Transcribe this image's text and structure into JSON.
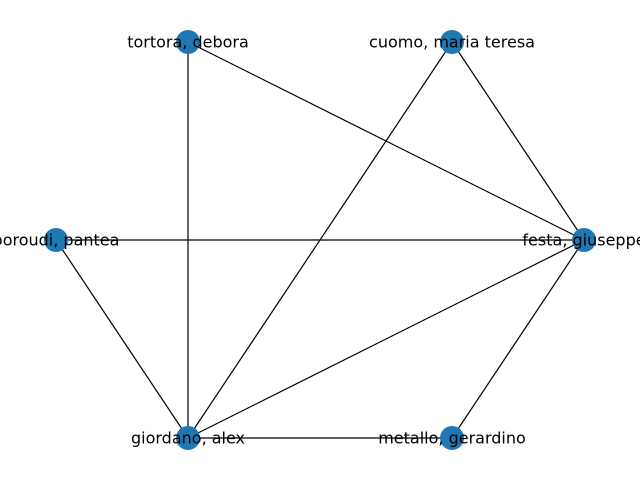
{
  "graph": {
    "node_color": "#1f77b4",
    "edge_color": "#000000",
    "nodes": [
      {
        "id": "tortora",
        "label": "tortora, debora"
      },
      {
        "id": "cuomo",
        "label": "cuomo, maria teresa"
      },
      {
        "id": "festa",
        "label": "festa, giuseppe"
      },
      {
        "id": "metallo",
        "label": "metallo, gerardino"
      },
      {
        "id": "giordano",
        "label": "giordano, alex"
      },
      {
        "id": "boroudi",
        "label": "boroudi, pantea"
      }
    ],
    "edges": [
      {
        "source": "tortora",
        "target": "giordano"
      },
      {
        "source": "tortora",
        "target": "festa"
      },
      {
        "source": "cuomo",
        "target": "festa"
      },
      {
        "source": "cuomo",
        "target": "giordano"
      },
      {
        "source": "boroudi",
        "target": "festa"
      },
      {
        "source": "boroudi",
        "target": "giordano"
      },
      {
        "source": "giordano",
        "target": "festa"
      },
      {
        "source": "giordano",
        "target": "metallo"
      },
      {
        "source": "festa",
        "target": "metallo"
      }
    ]
  }
}
